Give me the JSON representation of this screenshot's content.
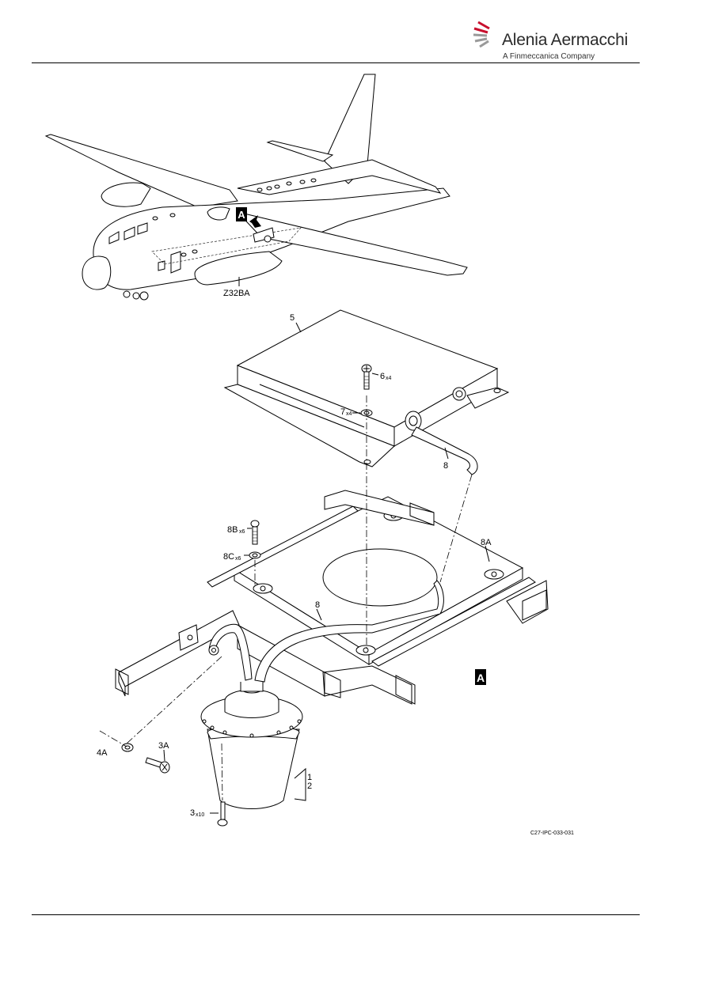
{
  "header": {
    "company_name": "Alenia Aermacchi",
    "company_tagline": "A Finmeccanica Company"
  },
  "figure": {
    "detail_marker": "A",
    "detail_view_label": "A",
    "zone_label": "Z32BA",
    "drawing_number": "C27-IPC-033-031",
    "callouts": {
      "item_5": "5",
      "item_6": "6",
      "item_6_qty": "x4",
      "item_7": "7",
      "item_7_qty": "x4",
      "item_8_upper": "8",
      "item_8b": "8B",
      "item_8b_qty": "x6",
      "item_8c": "8C",
      "item_8c_qty": "x6",
      "item_8a": "8A",
      "item_8_lower": "8",
      "item_4a": "4A",
      "item_3a": "3A",
      "item_1": "1",
      "item_2": "2",
      "item_3": "3",
      "item_3_qty": "x10"
    }
  },
  "colors": {
    "logo_red": "#c8102e",
    "logo_gray": "#9a9a9a",
    "ink": "#000000"
  }
}
